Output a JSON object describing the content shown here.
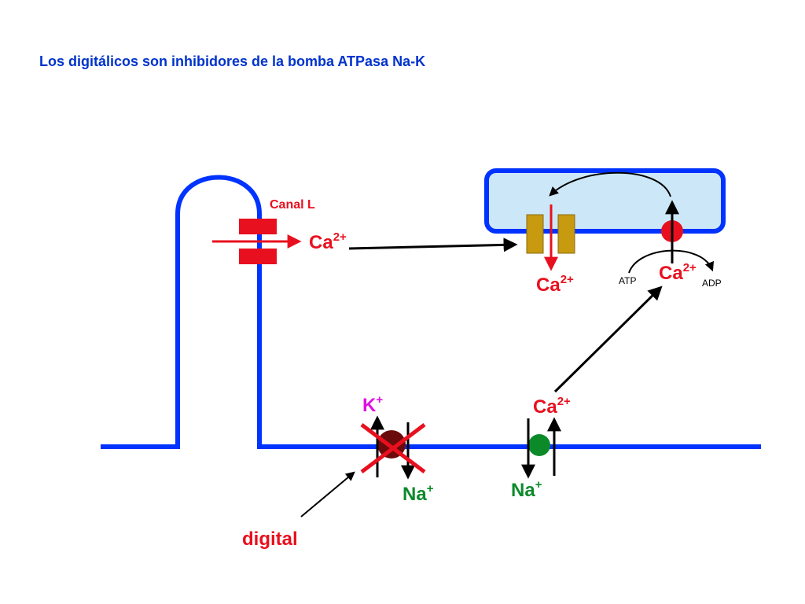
{
  "title": "Los digitálicos son inhibidores de la bomba ATPasa Na-K",
  "labels": {
    "canal_l": "Canal L",
    "ca_influx": "Ca",
    "ca_sr_release": "Ca",
    "ca_serca": "Ca",
    "ca_ncx": "Ca",
    "ca_charge": "2+",
    "atp": "ATP",
    "adp": "ADP",
    "k": "K",
    "na_pump": "Na",
    "na_ncx": "Na",
    "mono_charge": "+",
    "digital": "digital"
  },
  "colors": {
    "membrane": "#0033ff",
    "sr_fill": "#cce8f8",
    "channel": "#e8101e",
    "ryr_channel": "#c89a10",
    "pump_inhibited": "#6b0a0a",
    "exchanger": "#0c8a2a",
    "serca": "#e8101e",
    "text_red": "#e8101e",
    "text_green": "#0c8a2a",
    "text_magenta": "#e010e0",
    "text_blue": "#0033cc"
  }
}
